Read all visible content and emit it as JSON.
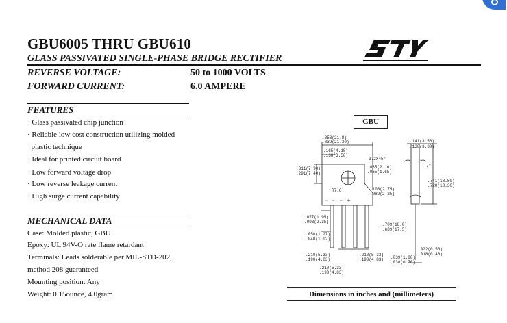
{
  "header": {
    "title": "GBU6005 THRU GBU610",
    "subtitle": "GLASS PASSIVATED SINGLE-PHASE BRIDGE RECTIFIER",
    "logo_text": "STY"
  },
  "specs": {
    "reverse_voltage_label": "REVERSE VOLTAGE:",
    "reverse_voltage_value": "50 to 1000 VOLTS",
    "forward_current_label": "FORWARD CURRENT:",
    "forward_current_value": "6.0 AMPERE"
  },
  "features": {
    "heading": "FEATURES",
    "items": [
      "· Glass passivated chip junction",
      "· Reliable low cost construction utilizing molded",
      "  plastic technique",
      "· Ideal for printed circuit board",
      "· Low forward voltage drop",
      "· Low reverse leakage current",
      "· High surge current capability"
    ]
  },
  "mechanical": {
    "heading": "MECHANICAL DATA",
    "items": [
      "Case: Molded plastic, GBU",
      "Epoxy: UL 94V-O rate flame retardant",
      "Terminals: Leads solderable per MIL-STD-202,",
      "method 208 guaranteed",
      "Mounting position: Any",
      "Weight: 0.15ounce, 4.0gram"
    ]
  },
  "drawing": {
    "package": "GBU",
    "caption": "Dimensions in inches and (millimeters)",
    "dims": {
      "d1": ".858(21.8)",
      "d2": ".839(21.30)",
      "d3": ".165(4.18)",
      "d4": ".138(3.50)",
      "d5": ".311(7.90)",
      "d6": ".291(7.40)",
      "d7": "3.2X45°",
      "d8": ".085(2.16)",
      "d9": ".065(1.65)",
      "d10": ".108(2.75)",
      "d11": ".089(2.25)",
      "d12": "R7.6",
      "d13": ".077(1.95)",
      "d14": ".093(2.35)",
      "d15": ".050(1.27)",
      "d16": ".040(1.02)",
      "d17": ".210(5.33)",
      "d18": ".190(4.83)",
      "d19": ".210(5.33)",
      "d20": ".190(4.83)",
      "d21": ".210(5.33)",
      "d22": ".190(4.83)",
      "d23": ".141(3.56)",
      "d24": ".130(3.30)",
      "d25": ".741(18.80)",
      "d26": ".720(18.30)",
      "d27": ".709(18.0)",
      "d28": ".689(17.5)",
      "d29": ".022(0.56)",
      "d30": ".018(0.46)",
      "d31": ".039(1.00)",
      "d32": ".030(0.76)",
      "angle": "7°",
      "pins": "−  ~  ~  +"
    }
  }
}
